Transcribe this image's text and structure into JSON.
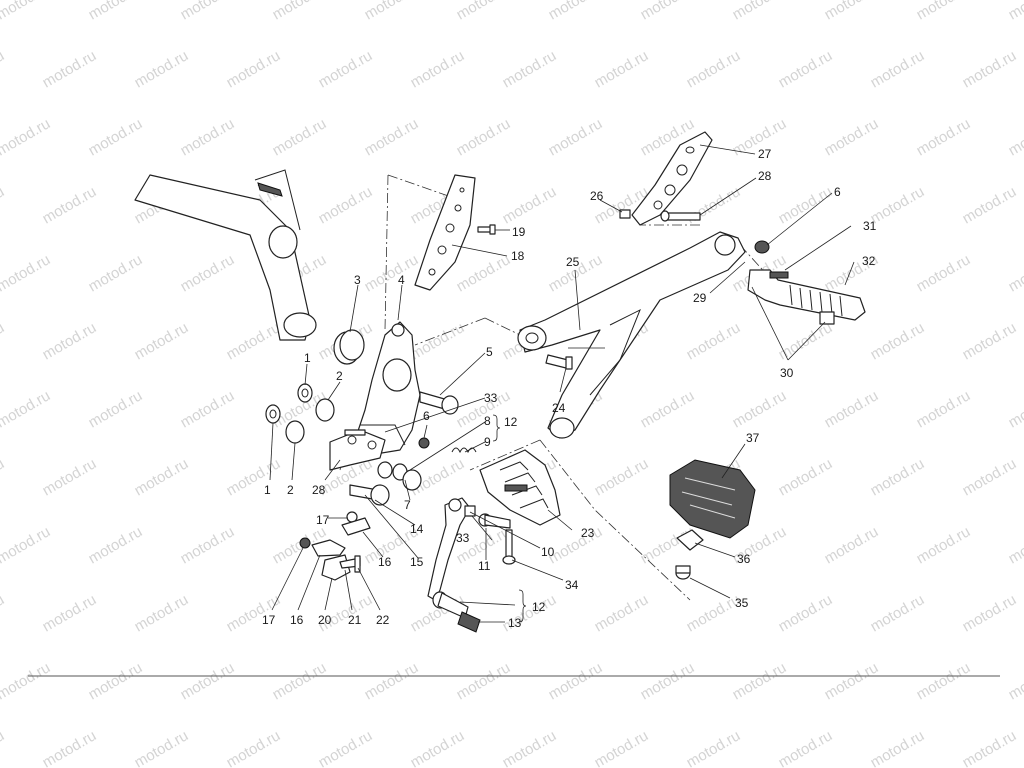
{
  "watermark": {
    "text": "motod.ru"
  },
  "labels": [
    {
      "id": "1a",
      "text": "1"
    },
    {
      "id": "1b",
      "text": "1"
    },
    {
      "id": "2a",
      "text": "2"
    },
    {
      "id": "2b",
      "text": "2"
    },
    {
      "id": "3",
      "text": "3"
    },
    {
      "id": "4",
      "text": "4"
    },
    {
      "id": "5",
      "text": "5"
    },
    {
      "id": "6a",
      "text": "6"
    },
    {
      "id": "6b",
      "text": "6"
    },
    {
      "id": "7",
      "text": "7"
    },
    {
      "id": "8",
      "text": "8"
    },
    {
      "id": "9",
      "text": "9"
    },
    {
      "id": "10",
      "text": "10"
    },
    {
      "id": "11",
      "text": "11"
    },
    {
      "id": "12a",
      "text": "12"
    },
    {
      "id": "12b",
      "text": "12"
    },
    {
      "id": "13",
      "text": "13"
    },
    {
      "id": "14",
      "text": "14"
    },
    {
      "id": "15",
      "text": "15"
    },
    {
      "id": "16",
      "text": "16"
    },
    {
      "id": "16b",
      "text": "16"
    },
    {
      "id": "17a",
      "text": "17"
    },
    {
      "id": "17b",
      "text": "17"
    },
    {
      "id": "18",
      "text": "18"
    },
    {
      "id": "19",
      "text": "19"
    },
    {
      "id": "20",
      "text": "20"
    },
    {
      "id": "21",
      "text": "21"
    },
    {
      "id": "22",
      "text": "22"
    },
    {
      "id": "23",
      "text": "23"
    },
    {
      "id": "24",
      "text": "24"
    },
    {
      "id": "25",
      "text": "25"
    },
    {
      "id": "26",
      "text": "26"
    },
    {
      "id": "27",
      "text": "27"
    },
    {
      "id": "28a",
      "text": "28"
    },
    {
      "id": "28b",
      "text": "28"
    },
    {
      "id": "29",
      "text": "29"
    },
    {
      "id": "30",
      "text": "30"
    },
    {
      "id": "31",
      "text": "31"
    },
    {
      "id": "32",
      "text": "32"
    },
    {
      "id": "33a",
      "text": "33"
    },
    {
      "id": "33b",
      "text": "33"
    },
    {
      "id": "34",
      "text": "34"
    },
    {
      "id": "35",
      "text": "35"
    },
    {
      "id": "36",
      "text": "36"
    },
    {
      "id": "37",
      "text": "37"
    }
  ]
}
